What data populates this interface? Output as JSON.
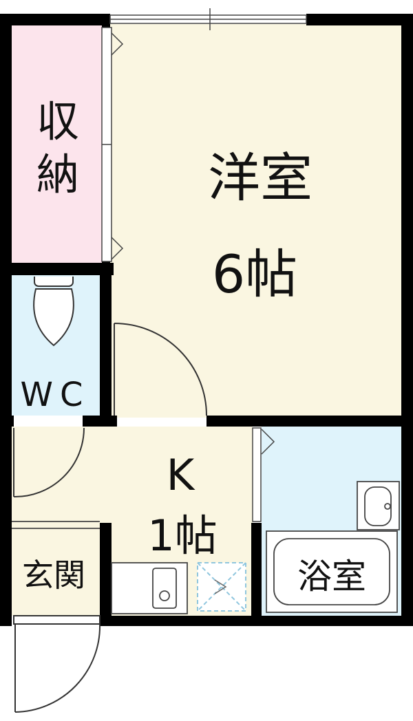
{
  "floor_plan": {
    "rooms": [
      {
        "id": "western_room",
        "label": "洋室",
        "size": "6帖",
        "fill": "#faf6e1"
      },
      {
        "id": "storage",
        "label_line1": "収",
        "label_line2": "納",
        "fill": "#fce4ec"
      },
      {
        "id": "wc",
        "label": "WC",
        "fill": "#dff3fb"
      },
      {
        "id": "kitchen",
        "label": "K",
        "size": "1帖",
        "fill": "#faf6e1"
      },
      {
        "id": "bathroom",
        "label": "浴室",
        "fill": "#dff3fb"
      },
      {
        "id": "entrance",
        "label": "玄関",
        "fill": "#faf6e1"
      }
    ],
    "colors": {
      "wall": "#000000",
      "floor_western": "#faf6e1",
      "floor_wet": "#dff3fb",
      "floor_storage": "#fce4ec",
      "fixture_line": "#444444",
      "washer_mark": "#8fc6de"
    },
    "icons": [
      "toilet-icon",
      "sink-icon",
      "bathtub-icon",
      "stove-icon",
      "washer-space-icon",
      "door-swing-icon",
      "window-icon"
    ]
  }
}
